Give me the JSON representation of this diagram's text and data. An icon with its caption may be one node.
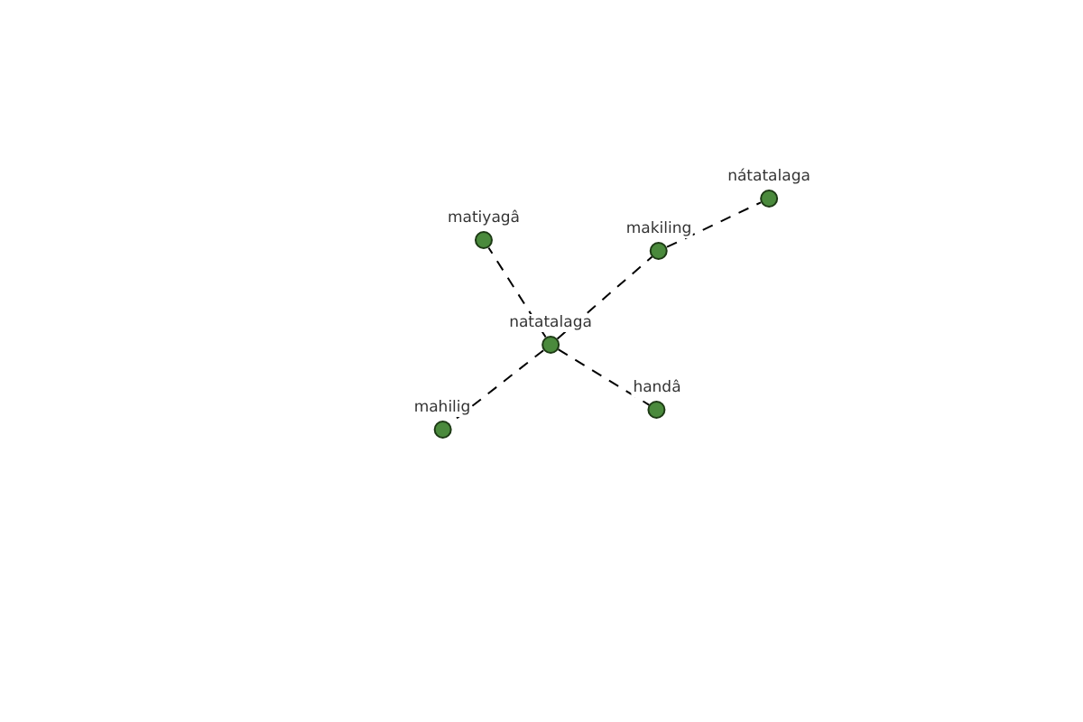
{
  "diagram": {
    "nodes": [
      {
        "text": [
          "natatalaga"
        ]
      },
      {
        "text": [
          "matiyagâ"
        ]
      },
      {
        "text": [
          "makiling"
        ]
      },
      {
        "text": [
          "nátatalaga"
        ]
      },
      {
        "text": [
          "mahilig"
        ]
      },
      {
        "text": [
          "handâ"
        ]
      }
    ],
    "edges": [
      {
        "from": 0,
        "to": 1,
        "arrow": "none",
        "style": "dashed"
      },
      {
        "from": 0,
        "to": 2,
        "arrow": "none",
        "style": "dashed"
      },
      {
        "from": 2,
        "to": 3,
        "arrow": "none",
        "style": "dashed"
      },
      {
        "from": 0,
        "to": 4,
        "arrow": "none",
        "style": "dashed"
      },
      {
        "from": 0,
        "to": 5,
        "arrow": "none",
        "style": "dashed"
      }
    ]
  }
}
